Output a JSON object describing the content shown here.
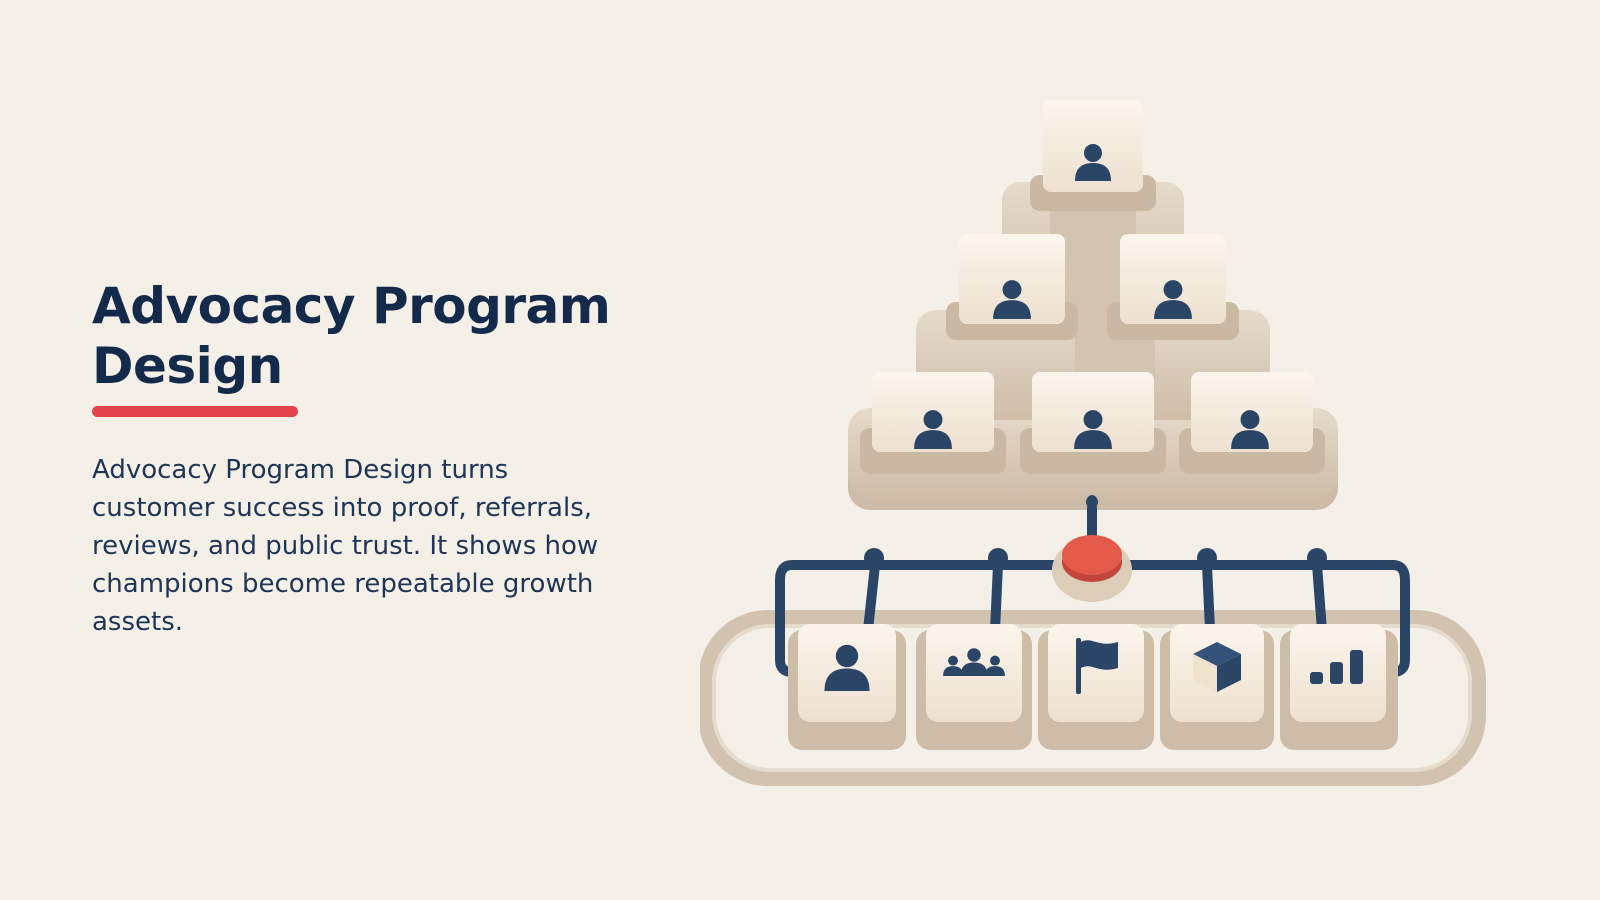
{
  "slide": {
    "title": "Advocacy Program Design",
    "description": "Advocacy Program Design turns customer success into proof, referrals, reviews, and public trust. It shows how champions become repeatable growth assets."
  },
  "colors": {
    "background": "#f4f0e8",
    "title": "#132a4a",
    "accent_underline": "#e2424a",
    "pipe": "#2b4566",
    "hub_button": "#e35a4a",
    "card": "#f6ecdf",
    "platform": "#d9cbb9"
  },
  "illustration": {
    "pyramid_tiers": [
      {
        "tier": 1,
        "icons": [
          "person-icon"
        ]
      },
      {
        "tier": 2,
        "icons": [
          "person-icon",
          "person-icon"
        ]
      },
      {
        "tier": 3,
        "icons": [
          "person-icon",
          "person-icon",
          "person-icon"
        ]
      }
    ],
    "bottom_icons": [
      "person-icon",
      "group-icon",
      "flag-icon",
      "cube-icon",
      "bar-chart-icon"
    ]
  }
}
